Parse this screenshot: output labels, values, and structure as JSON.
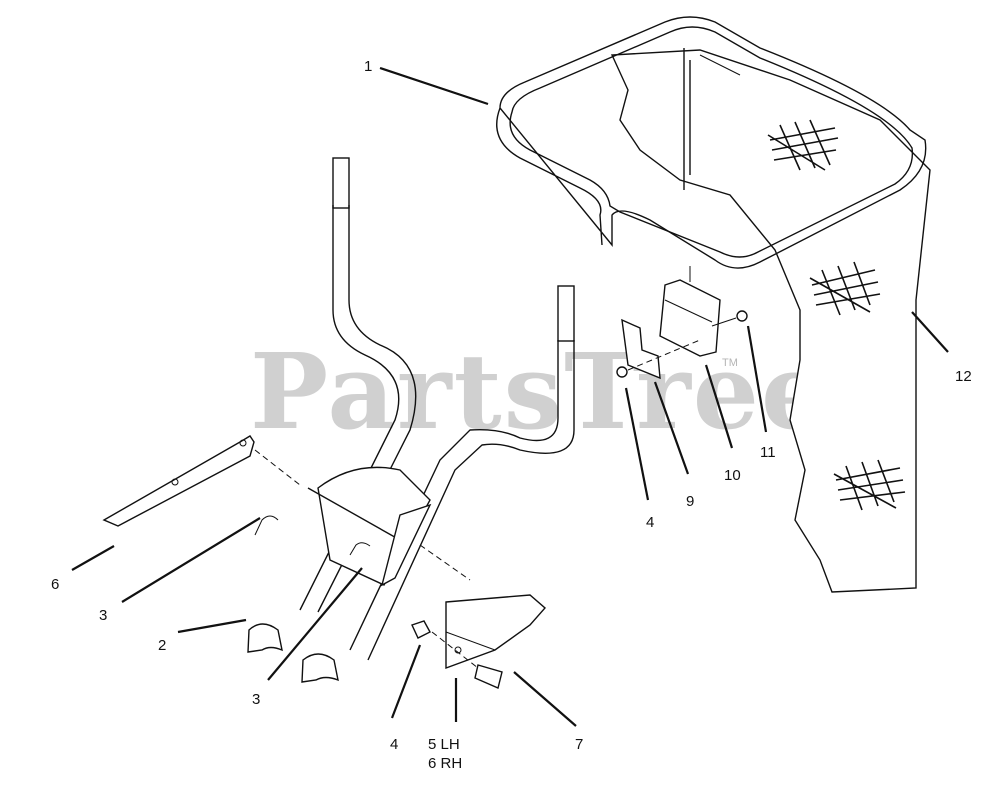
{
  "watermark": "PartsTree",
  "watermark_tm": "TM",
  "callouts": {
    "c1": "1",
    "c2": "2",
    "c3a": "3",
    "c3b": "3",
    "c4a": "4",
    "c4b": "4",
    "c5": "5 LH",
    "c5b": "6 RH",
    "c6": "6",
    "c7": "7",
    "c9": "9",
    "c10": "10",
    "c11": "11",
    "c12": "12"
  }
}
